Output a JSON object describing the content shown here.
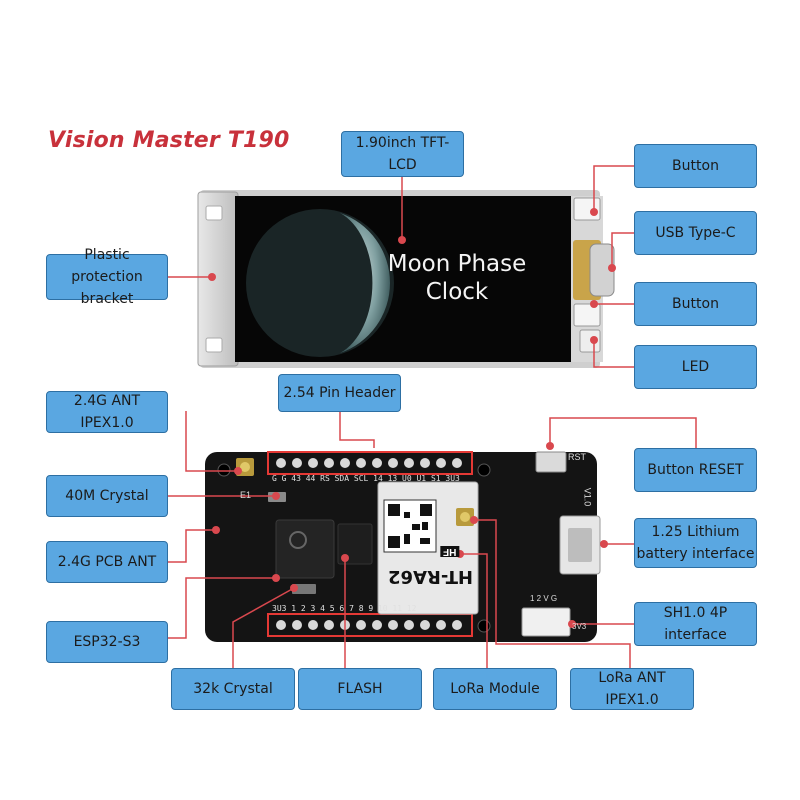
{
  "title": "Vision Master T190",
  "screen": {
    "line1": "Moon Phase",
    "line2": "Clock"
  },
  "labels": {
    "lcd": "1.90inch TFT-LCD",
    "button_top": "Button",
    "usb": "USB Type-C",
    "button_mid": "Button",
    "led": "LED",
    "bracket_1": "Plastic protection",
    "bracket_2": "bracket",
    "pin_header": "2.54 Pin Header",
    "ant_24g": "2.4G ANT IPEX1.0",
    "crystal_40m": "40M Crystal",
    "pcb_ant": "2.4G PCB ANT",
    "esp32": "ESP32-S3",
    "button_reset": "Button RESET",
    "lithium_1": "1.25 Lithium",
    "lithium_2": "battery interface",
    "sh10": "SH1.0 4P interface",
    "crystal_32k": "32k Crystal",
    "flash": "FLASH",
    "lora_module": "LoRa Module",
    "lora_ant": "LoRa ANT IPEX1.0"
  },
  "board": {
    "top_pins": "G  G  43 44 RS SDA SCL 14 13 U0 U1 S1 3U3",
    "bottom_pins": "3U3  1  2  3  4  5  6  7  8  9  10  11  12",
    "module_name": "HT-RA62",
    "module_badge": "HF",
    "silk_e1": "E1",
    "silk_rst": "RST",
    "silk_ver": "V1.0",
    "silk_sh": "1 2 V G",
    "silk_3v3": "3V3"
  },
  "colors": {
    "title": "#c8313b",
    "box_fill": "#5aa7e1",
    "box_border": "#2d6fa3",
    "leader": "#d9484e",
    "pcb": "#141414",
    "pin_highlight": "#e53935"
  }
}
